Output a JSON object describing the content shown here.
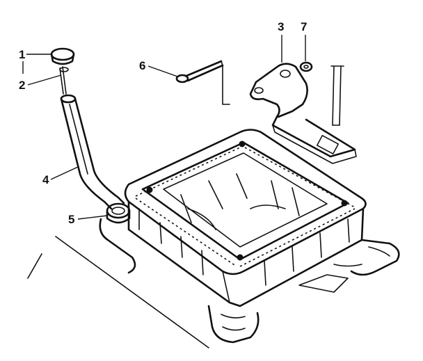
{
  "callouts": {
    "c1": "1",
    "c2": "2",
    "c3": "3",
    "c4": "4",
    "c5": "5",
    "c6": "6",
    "c7": "7"
  },
  "line_color": "#111111",
  "background": "#ffffff"
}
